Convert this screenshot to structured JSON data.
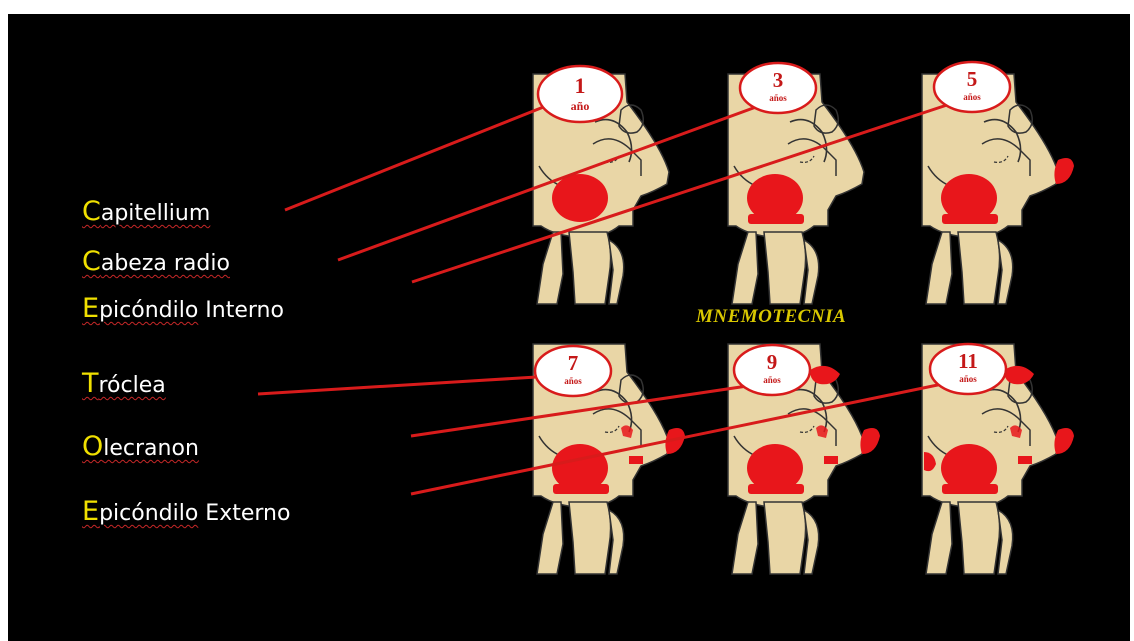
{
  "mnemonic_title": "MNEMOTECNIA",
  "terms": [
    {
      "initial": "C",
      "rest": "apitellium",
      "extra": ""
    },
    {
      "initial": "C",
      "rest": "abeza radio",
      "extra": ""
    },
    {
      "initial": "E",
      "rest": "picóndilo",
      "extra": " Interno"
    },
    {
      "initial": "T",
      "rest": "róclea",
      "extra": ""
    },
    {
      "initial": "O",
      "rest": "lecranon",
      "extra": ""
    },
    {
      "initial": "E",
      "rest": "picóndilo",
      "extra": " Externo"
    }
  ],
  "ages": [
    {
      "number": "1",
      "unit": "año"
    },
    {
      "number": "3",
      "unit": "años"
    },
    {
      "number": "5",
      "unit": "años"
    },
    {
      "number": "7",
      "unit": "años"
    },
    {
      "number": "9",
      "unit": "años"
    },
    {
      "number": "11",
      "unit": "años"
    }
  ],
  "colors": {
    "background": "#000000",
    "initial": "#f0e000",
    "text": "#ffffff",
    "bone": "#e9d6a6",
    "ossification": "#e8161b",
    "line": "#d81b1b",
    "mnemonic": "#d9c800"
  }
}
